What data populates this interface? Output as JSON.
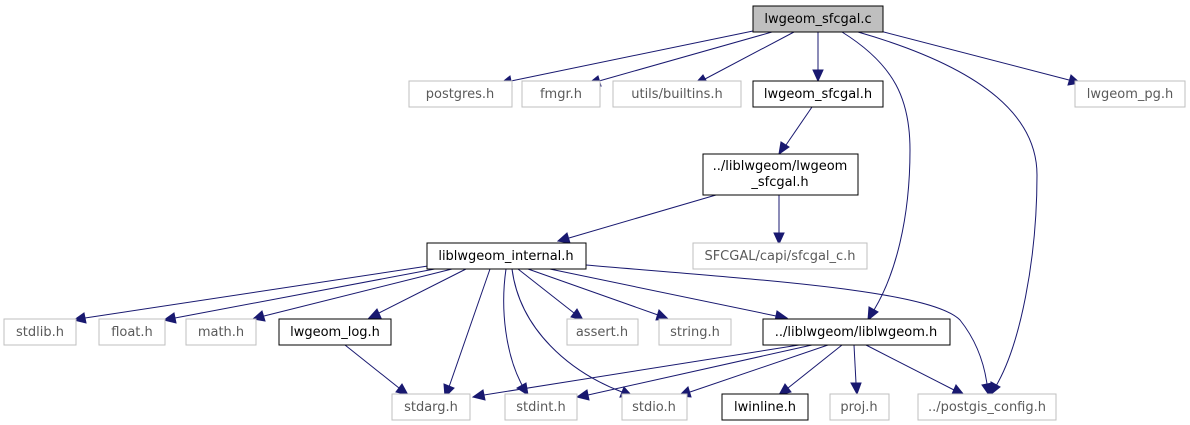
{
  "graph": {
    "nodes": {
      "lwgeom_sfcgal_c": "lwgeom_sfcgal.c",
      "postgres_h": "postgres.h",
      "fmgr_h": "fmgr.h",
      "utils_builtins_h": "utils/builtins.h",
      "lwgeom_sfcgal_h": "lwgeom_sfcgal.h",
      "lwgeom_pg_h": "lwgeom_pg.h",
      "liblwgeom_lwgeom_sfcgal_line1": "../liblwgeom/lwgeom",
      "liblwgeom_lwgeom_sfcgal_line2": "_sfcgal.h",
      "liblwgeom_internal_h": "liblwgeom_internal.h",
      "sfcgal_capi_h": "SFCGAL/capi/sfcgal_c.h",
      "stdlib_h": "stdlib.h",
      "float_h": "float.h",
      "math_h": "math.h",
      "lwgeom_log_h": "lwgeom_log.h",
      "assert_h": "assert.h",
      "string_h": "string.h",
      "liblwgeom_h": "../liblwgeom/liblwgeom.h",
      "stdarg_h": "stdarg.h",
      "stdint_h": "stdint.h",
      "stdio_h": "stdio.h",
      "lwinline_h": "lwinline.h",
      "proj_h": "proj.h",
      "postgis_config_h": "../postgis_config.h"
    },
    "colors": {
      "edge": "#191970",
      "root_fill": "#bfbfbf",
      "local_border": "#000000",
      "external_border": "#bfbfbf"
    }
  }
}
